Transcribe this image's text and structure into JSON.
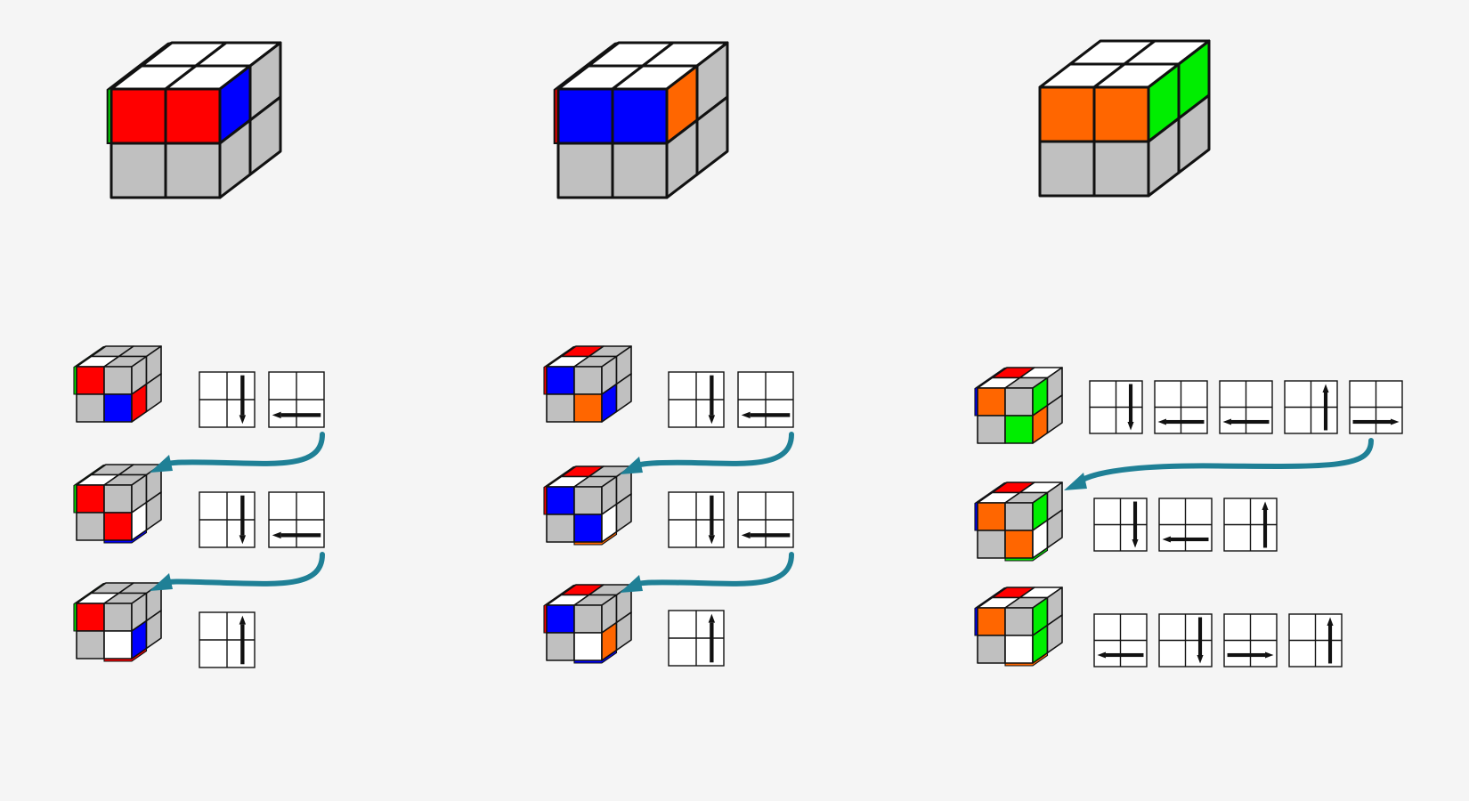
{
  "colors": {
    "red": "#ff0000",
    "blue": "#0000ff",
    "orange": "#ff6600",
    "green": "#00ee00",
    "white": "#ffffff",
    "gray": "#c0c0c0",
    "stroke": "#111111",
    "curve": "#1f8096",
    "background": "#f5f5f5"
  },
  "big_cubes": [
    {
      "name": "big-cube-red-case",
      "top": [
        "white",
        "white",
        "white",
        "white"
      ],
      "front": [
        "red",
        "red",
        "gray",
        "gray"
      ],
      "right": [
        "blue",
        "gray",
        "gray",
        "gray"
      ],
      "left_edge": "green"
    },
    {
      "name": "big-cube-blue-case",
      "top": [
        "white",
        "white",
        "white",
        "white"
      ],
      "front": [
        "blue",
        "blue",
        "gray",
        "gray"
      ],
      "right": [
        "orange",
        "gray",
        "gray",
        "gray"
      ],
      "left_edge": "red"
    },
    {
      "name": "big-cube-orange-case",
      "top": [
        "white",
        "white",
        "white",
        "white"
      ],
      "front": [
        "orange",
        "orange",
        "gray",
        "gray"
      ],
      "right": [
        "green",
        "green",
        "gray",
        "gray"
      ],
      "left_edge": ""
    }
  ],
  "columns": [
    {
      "name": "column-1",
      "rows": [
        {
          "cube": {
            "top": [
              "gray",
              "gray",
              "white",
              "gray"
            ],
            "front": [
              "red",
              "gray",
              "gray",
              "blue"
            ],
            "right": [
              "gray",
              "gray",
              "red",
              "gray"
            ],
            "left_edge": "green",
            "bottom_edge": ""
          },
          "moves": [
            "down",
            "left"
          ]
        },
        {
          "cube": {
            "top": [
              "gray",
              "gray",
              "white",
              "gray"
            ],
            "front": [
              "red",
              "gray",
              "gray",
              "red"
            ],
            "right": [
              "gray",
              "gray",
              "white",
              "gray"
            ],
            "left_edge": "green",
            "bottom_edge": "blue"
          },
          "moves": [
            "down",
            "left"
          ]
        },
        {
          "cube": {
            "top": [
              "gray",
              "gray",
              "white",
              "gray"
            ],
            "front": [
              "red",
              "gray",
              "gray",
              "white"
            ],
            "right": [
              "gray",
              "gray",
              "blue",
              "gray"
            ],
            "left_edge": "green",
            "bottom_edge": "red"
          },
          "moves": [
            "up"
          ]
        }
      ]
    },
    {
      "name": "column-2",
      "rows": [
        {
          "cube": {
            "top": [
              "red",
              "gray",
              "white",
              "gray"
            ],
            "front": [
              "blue",
              "gray",
              "gray",
              "orange"
            ],
            "right": [
              "gray",
              "gray",
              "blue",
              "gray"
            ],
            "left_edge": "red",
            "bottom_edge": ""
          },
          "moves": [
            "down",
            "left"
          ]
        },
        {
          "cube": {
            "top": [
              "red",
              "gray",
              "white",
              "gray"
            ],
            "front": [
              "blue",
              "gray",
              "gray",
              "blue"
            ],
            "right": [
              "gray",
              "gray",
              "white",
              "gray"
            ],
            "left_edge": "red",
            "bottom_edge": "orange"
          },
          "moves": [
            "down",
            "left"
          ]
        },
        {
          "cube": {
            "top": [
              "red",
              "gray",
              "white",
              "gray"
            ],
            "front": [
              "blue",
              "gray",
              "gray",
              "white"
            ],
            "right": [
              "gray",
              "gray",
              "orange",
              "gray"
            ],
            "left_edge": "red",
            "bottom_edge": "blue"
          },
          "moves": [
            "up"
          ]
        }
      ]
    },
    {
      "name": "column-3",
      "rows": [
        {
          "cube": {
            "top": [
              "red",
              "white",
              "white",
              "gray"
            ],
            "front": [
              "orange",
              "gray",
              "gray",
              "green"
            ],
            "right": [
              "green",
              "gray",
              "orange",
              "gray"
            ],
            "left_edge": "blue",
            "bottom_edge": ""
          },
          "moves": [
            "down",
            "left",
            "left",
            "up",
            "right"
          ]
        },
        {
          "cube": {
            "top": [
              "red",
              "white",
              "white",
              "gray"
            ],
            "front": [
              "orange",
              "gray",
              "gray",
              "orange"
            ],
            "right": [
              "green",
              "gray",
              "white",
              "gray"
            ],
            "left_edge": "blue",
            "bottom_edge": "green"
          },
          "moves": [
            "down",
            "left",
            "up"
          ]
        },
        {
          "cube": {
            "top": [
              "red",
              "white",
              "white",
              "gray"
            ],
            "front": [
              "orange",
              "gray",
              "gray",
              "white"
            ],
            "right": [
              "green",
              "gray",
              "green",
              "gray"
            ],
            "left_edge": "blue",
            "bottom_edge": "orange"
          },
          "moves": [
            "left",
            "down",
            "right",
            "up"
          ]
        }
      ]
    }
  ]
}
